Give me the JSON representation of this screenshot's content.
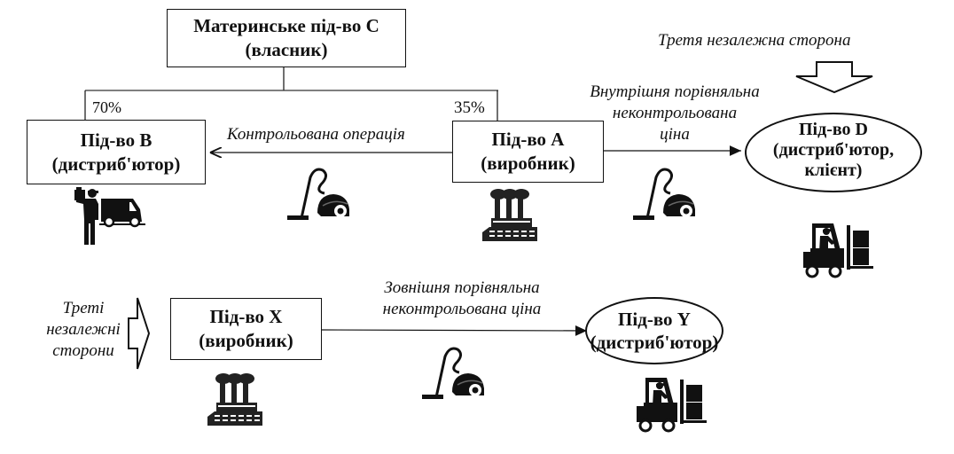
{
  "diagram": {
    "parent": {
      "line1": "Материнське під-во С",
      "line2": "(власник)"
    },
    "ownership": {
      "b_share": "70%",
      "a_share": "35%"
    },
    "entities": {
      "B": {
        "line1": "Під-во В",
        "line2": "(дистриб'ютор)"
      },
      "A": {
        "line1": "Під-во А",
        "line2": "(виробник)"
      },
      "D": {
        "line1": "Під-во D",
        "line2": "(дистриб'ютор,",
        "line3": "клієнт)"
      },
      "X": {
        "line1": "Під-во Х",
        "line2": "(виробник)"
      },
      "Y": {
        "line1": "Під-во Y",
        "line2": "(дистриб'ютор)"
      }
    },
    "labels": {
      "controlled": "Контрольована операція",
      "internal": {
        "line1": "Внутрішня порівняльна",
        "line2": "неконтрольована",
        "line3": "ціна"
      },
      "third_party": "Третя незалежна сторона",
      "third_parties": {
        "line1": "Треті",
        "line2": "незалежні",
        "line3": "сторони"
      },
      "external": {
        "line1": "Зовнішня порівняльна",
        "line2": "неконтрольована ціна"
      }
    },
    "icons": {
      "B": "delivery-truck-icon",
      "A": "factory-icon",
      "X": "factory-icon",
      "D": "forklift-icon",
      "Y": "forklift-icon",
      "goods": "vacuum-cleaner-icon"
    }
  }
}
